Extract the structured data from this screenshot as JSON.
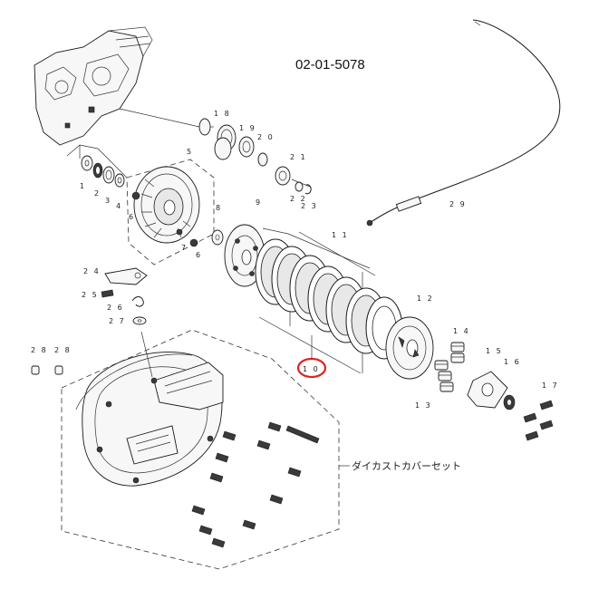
{
  "diagram": {
    "part_code": "02-01-5078",
    "cover_set_label": "ダイカストカバーセット",
    "highlighted_callout": "1 0",
    "callouts": {
      "c1": "1",
      "c2": "2",
      "c3": "3",
      "c4": "4",
      "c5": "5",
      "c6a": "6",
      "c6b": "6",
      "c7": "7",
      "c8": "8",
      "c9": "9",
      "c11": "1 1",
      "c12": "1 2",
      "c13": "1 3",
      "c14": "1 4",
      "c15": "1 5",
      "c16": "1 6",
      "c17": "1 7",
      "c18": "1 8",
      "c19": "1 9",
      "c20": "2 0",
      "c21": "2 1",
      "c22": "2 2",
      "c23": "2 3",
      "c24": "2 4",
      "c25": "2 5",
      "c26": "2 6",
      "c27": "2 7",
      "c28a": "2 8",
      "c28b": "2 8",
      "c29": "2 9"
    }
  }
}
